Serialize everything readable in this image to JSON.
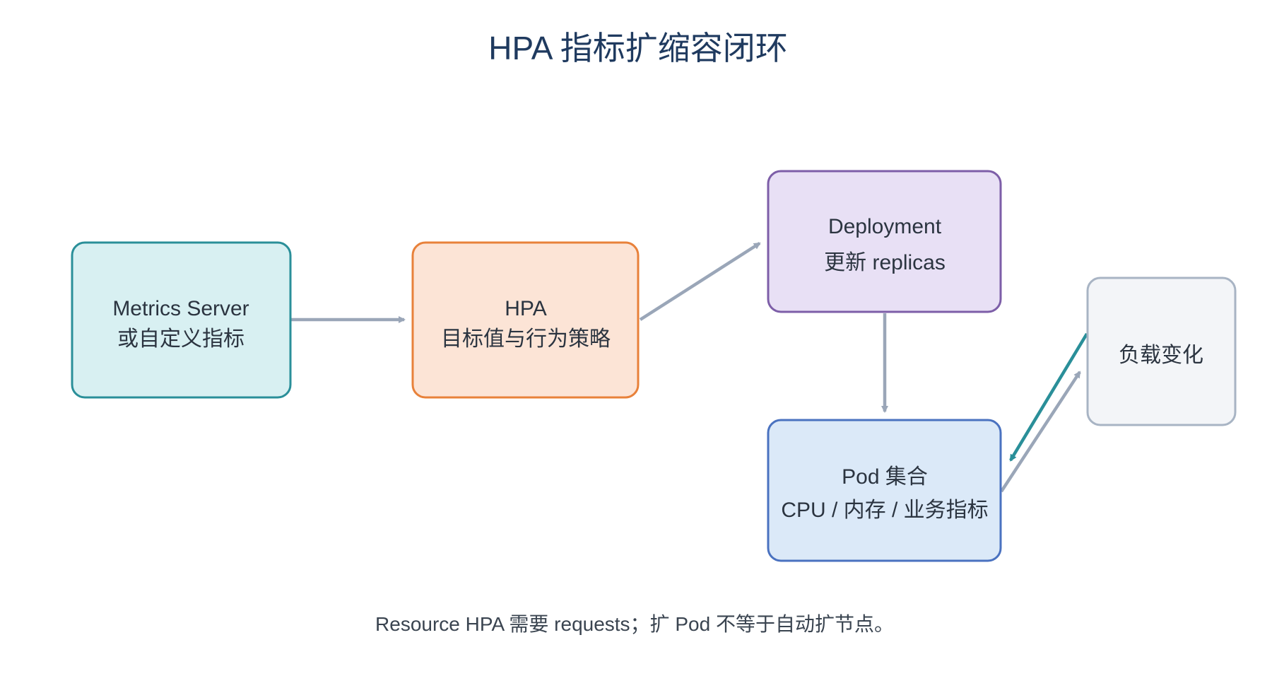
{
  "title": "HPA 指标扩缩容闭环",
  "footer": "Resource HPA 需要 requests；扩 Pod 不等于自动扩节点。",
  "nodes": {
    "metrics": {
      "line1": "Metrics Server",
      "line2": "或自定义指标",
      "fill": "#d8f0f2",
      "stroke": "#2a8f99"
    },
    "hpa": {
      "line1": "HPA",
      "line2": "目标值与行为策略",
      "fill": "#fce4d6",
      "stroke": "#e8813a"
    },
    "deployment": {
      "line1": "Deployment",
      "line2": "更新 replicas",
      "fill": "#e8e0f5",
      "stroke": "#7d5ea8"
    },
    "pods": {
      "line1": "Pod 集合",
      "line2": "CPU / 内存 / 业务指标",
      "fill": "#dbe9f8",
      "stroke": "#4a72c0"
    },
    "load": {
      "line1": "负载变化",
      "fill": "#f3f5f8",
      "stroke": "#a8b4c4"
    }
  },
  "colors": {
    "edge": "#9aa6b8",
    "feedback_edge": "#2a8f99",
    "title": "#1f3a5f"
  }
}
